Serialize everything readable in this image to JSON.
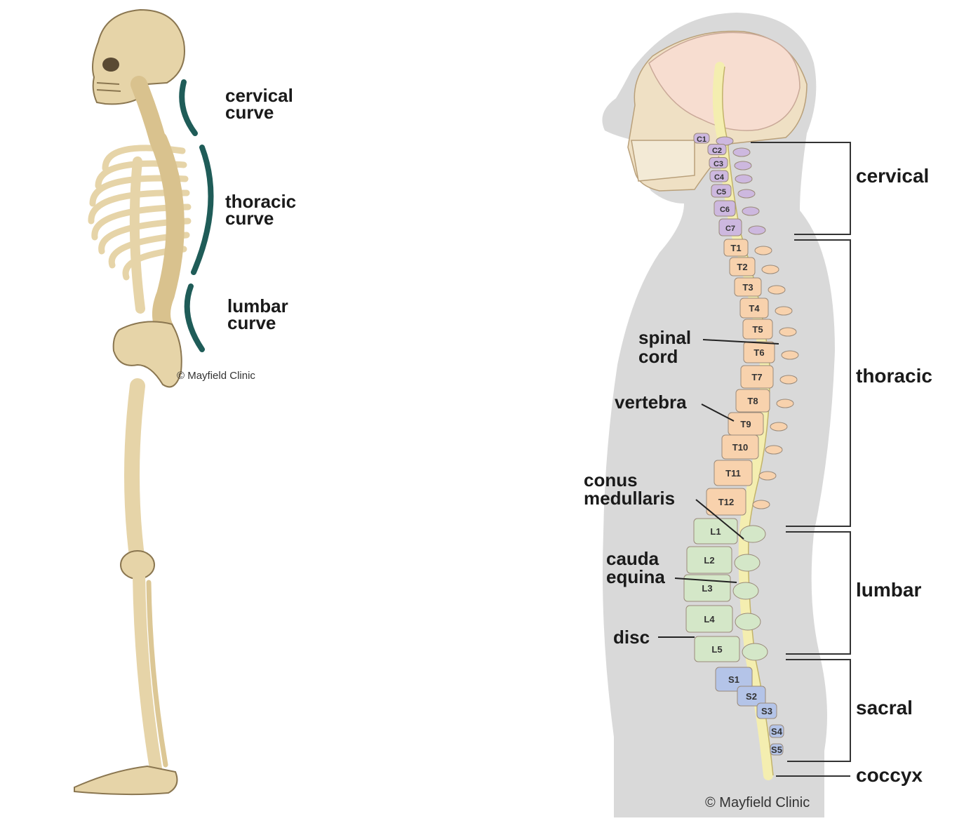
{
  "left_figure": {
    "curves": [
      {
        "line1": "cervical",
        "line2": "curve"
      },
      {
        "line1": "thoracic",
        "line2": "curve"
      },
      {
        "line1": "lumbar",
        "line2": "curve"
      }
    ],
    "copyright": "© Mayfield Clinic",
    "curve_color": "#1f5c58",
    "bone_color": "#e6d4a8"
  },
  "right_figure": {
    "vertebrae": {
      "cervical": [
        "C1",
        "C2",
        "C3",
        "C4",
        "C5",
        "C6",
        "C7"
      ],
      "thoracic": [
        "T1",
        "T2",
        "T3",
        "T4",
        "T5",
        "T6",
        "T7",
        "T8",
        "T9",
        "T10",
        "T11",
        "T12"
      ],
      "lumbar": [
        "L1",
        "L2",
        "L3",
        "L4",
        "L5"
      ],
      "sacral": [
        "S1",
        "S2",
        "S3",
        "S4",
        "S5"
      ]
    },
    "pointer_labels": [
      {
        "line1": "spinal",
        "line2": "cord"
      },
      {
        "line1": "vertebra",
        "line2": ""
      },
      {
        "line1": "conus",
        "line2": "medullaris"
      },
      {
        "line1": "cauda",
        "line2": "equina"
      },
      {
        "line1": "disc",
        "line2": ""
      }
    ],
    "regions": [
      "cervical",
      "thoracic",
      "lumbar",
      "sacral",
      "coccyx"
    ],
    "copyright": "© Mayfield Clinic",
    "colors": {
      "body": "#d9d9d9",
      "brain": "#f7ddd0",
      "cord": "#f4eeb0",
      "cervical": "#cdb8df",
      "thoracic": "#f8d2ad",
      "lumbar": "#d4e7c8",
      "sacral": "#b4c4e8"
    }
  }
}
